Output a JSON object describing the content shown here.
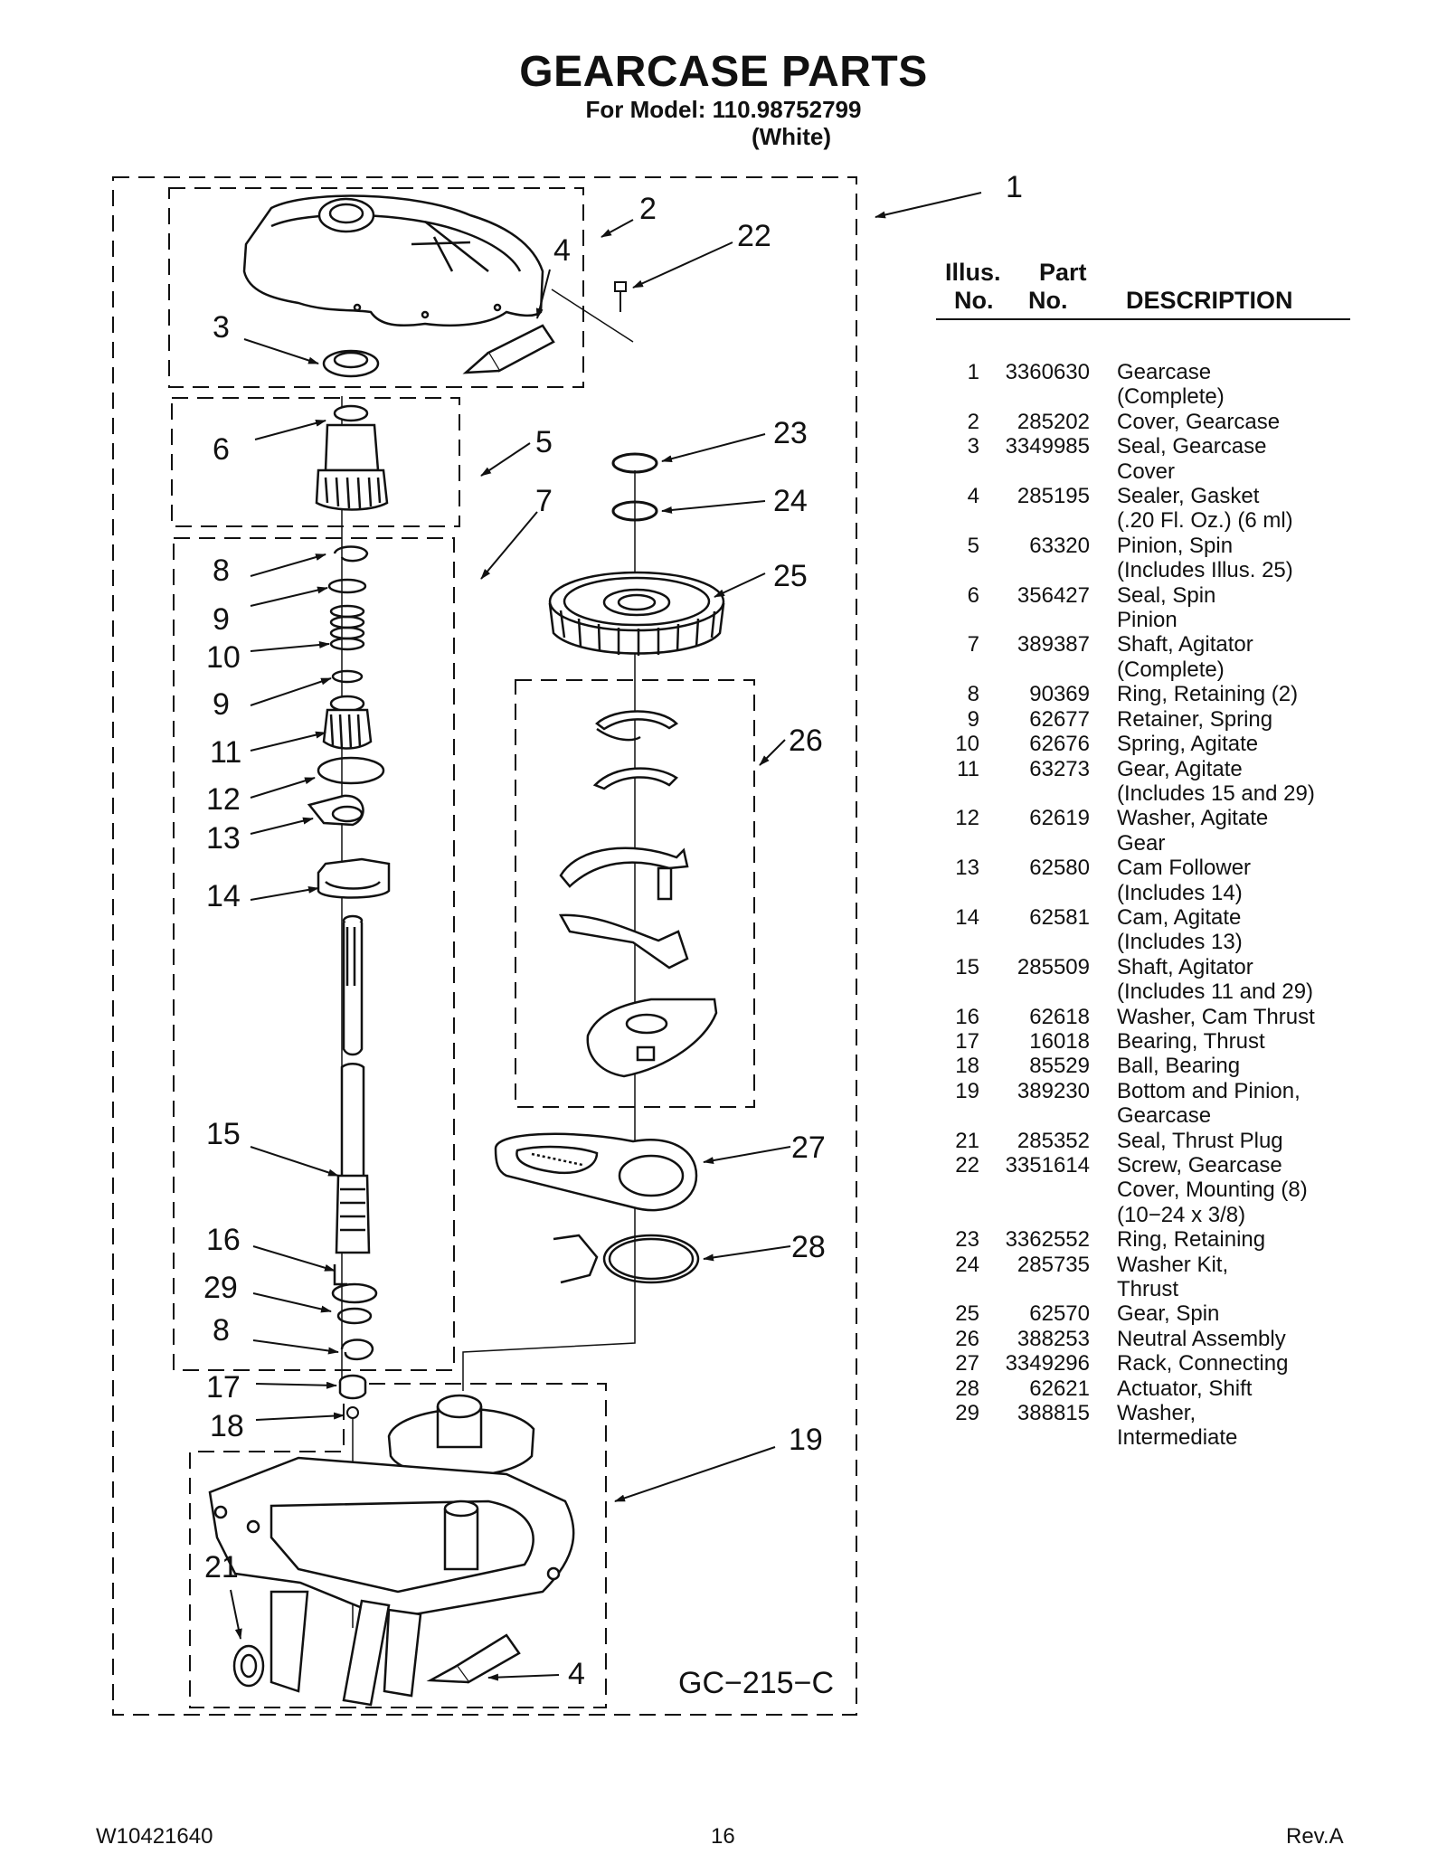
{
  "page": {
    "title": "GEARCASE PARTS",
    "model_line": "For Model: 110.98752799",
    "variant": "(White)"
  },
  "diagram": {
    "code": "GC−215−C",
    "callouts": [
      "1",
      "2",
      "3",
      "4",
      "4",
      "5",
      "6",
      "7",
      "8",
      "8",
      "9",
      "9",
      "10",
      "11",
      "12",
      "13",
      "14",
      "15",
      "16",
      "17",
      "18",
      "19",
      "21",
      "22",
      "23",
      "24",
      "25",
      "26",
      "27",
      "28",
      "29"
    ]
  },
  "table": {
    "headers": {
      "illus_top": "Illus.",
      "illus_bottom": "No.",
      "part_top": "Part",
      "part_bottom": "No.",
      "description": "DESCRIPTION"
    },
    "rows": [
      {
        "no": "1",
        "part": "3360630",
        "desc": [
          "Gearcase",
          "(Complete)"
        ]
      },
      {
        "no": "2",
        "part": "285202",
        "desc": [
          "Cover, Gearcase"
        ]
      },
      {
        "no": "3",
        "part": "3349985",
        "desc": [
          "Seal, Gearcase",
          "Cover"
        ]
      },
      {
        "no": "4",
        "part": "285195",
        "desc": [
          "Sealer, Gasket",
          "(.20 Fl. Oz.) (6 ml)"
        ]
      },
      {
        "no": "5",
        "part": "63320",
        "desc": [
          "Pinion, Spin",
          "(Includes Illus. 25)"
        ]
      },
      {
        "no": "6",
        "part": "356427",
        "desc": [
          "Seal, Spin",
          "Pinion"
        ]
      },
      {
        "no": "7",
        "part": "389387",
        "desc": [
          "Shaft, Agitator",
          "(Complete)"
        ]
      },
      {
        "no": "8",
        "part": "90369",
        "desc": [
          "Ring, Retaining (2)"
        ]
      },
      {
        "no": "9",
        "part": "62677",
        "desc": [
          "Retainer, Spring"
        ]
      },
      {
        "no": "10",
        "part": "62676",
        "desc": [
          "Spring, Agitate"
        ]
      },
      {
        "no": "11",
        "part": "63273",
        "desc": [
          "Gear, Agitate",
          "(Includes 15 and 29)"
        ]
      },
      {
        "no": "12",
        "part": "62619",
        "desc": [
          "Washer, Agitate",
          "Gear"
        ]
      },
      {
        "no": "13",
        "part": "62580",
        "desc": [
          "Cam Follower",
          "(Includes 14)"
        ]
      },
      {
        "no": "14",
        "part": "62581",
        "desc": [
          "Cam, Agitate",
          "(Includes 13)"
        ]
      },
      {
        "no": "15",
        "part": "285509",
        "desc": [
          "Shaft, Agitator",
          "(Includes 11 and 29)"
        ]
      },
      {
        "no": "16",
        "part": "62618",
        "desc": [
          "Washer, Cam Thrust"
        ]
      },
      {
        "no": "17",
        "part": "16018",
        "desc": [
          "Bearing, Thrust"
        ]
      },
      {
        "no": "18",
        "part": "85529",
        "desc": [
          "Ball, Bearing"
        ]
      },
      {
        "no": "19",
        "part": "389230",
        "desc": [
          "Bottom and Pinion,",
          "Gearcase"
        ]
      },
      {
        "no": "21",
        "part": "285352",
        "desc": [
          "Seal, Thrust Plug"
        ]
      },
      {
        "no": "22",
        "part": "3351614",
        "desc": [
          "Screw, Gearcase",
          "Cover, Mounting (8)",
          "(10−24 x 3/8)"
        ]
      },
      {
        "no": "23",
        "part": "3362552",
        "desc": [
          "Ring, Retaining"
        ]
      },
      {
        "no": "24",
        "part": "285735",
        "desc": [
          "Washer Kit,",
          "Thrust"
        ]
      },
      {
        "no": "25",
        "part": "62570",
        "desc": [
          "Gear, Spin"
        ]
      },
      {
        "no": "26",
        "part": "388253",
        "desc": [
          "Neutral Assembly"
        ]
      },
      {
        "no": "27",
        "part": "3349296",
        "desc": [
          "Rack, Connecting"
        ]
      },
      {
        "no": "28",
        "part": "62621",
        "desc": [
          "Actuator, Shift"
        ]
      },
      {
        "no": "29",
        "part": "388815",
        "desc": [
          "Washer,",
          "Intermediate"
        ]
      }
    ]
  },
  "footer": {
    "doc_number": "W10421640",
    "page_number": "16",
    "revision": "Rev.A"
  }
}
